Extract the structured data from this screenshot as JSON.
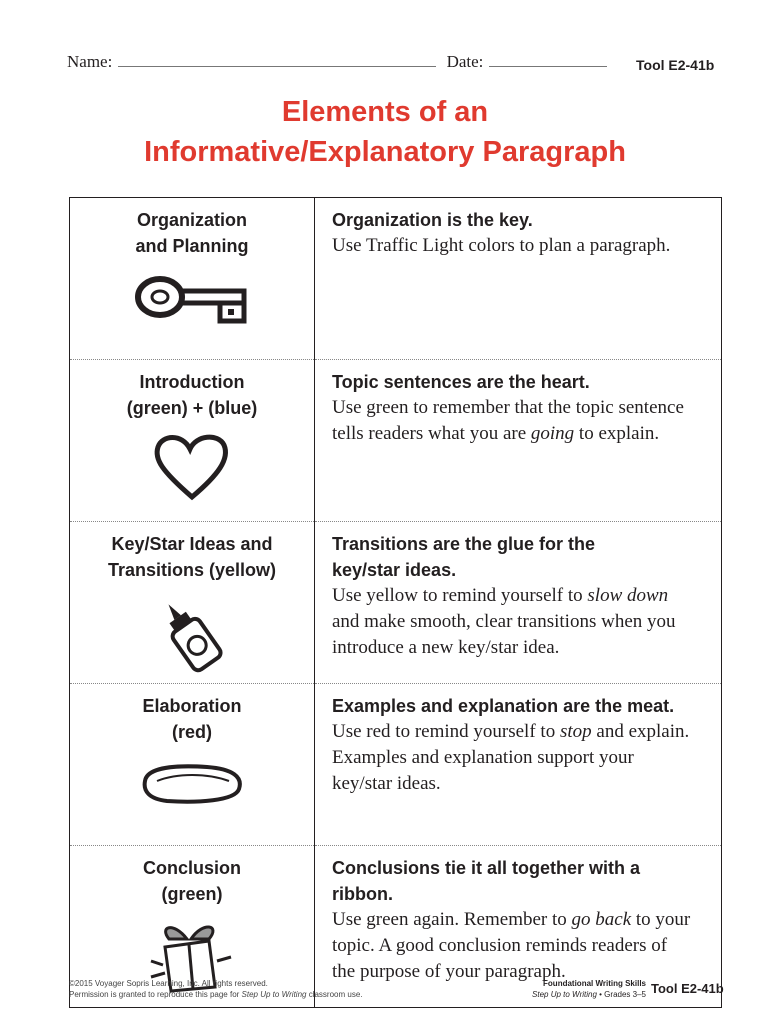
{
  "header": {
    "name_label": "Name:",
    "date_label": "Date:",
    "tool_id": "Tool E2-41b"
  },
  "title": {
    "line1": "Elements of an",
    "line2": "Informative/Explanatory Paragraph"
  },
  "rows": [
    {
      "label1": "Organization",
      "label2": "and Planning",
      "icon": "key-icon",
      "heading": "Organization is the key.",
      "body": [
        "Use Traffic Light colors to plan a paragraph."
      ]
    },
    {
      "label1": "Introduction",
      "label2": "(green) + (blue)",
      "icon": "heart-icon",
      "heading": "Topic sentences are the heart.",
      "body": [
        "Use green to remember that the topic sentence",
        "tells readers what you are ",
        "going",
        " to explain."
      ]
    },
    {
      "label1": "Key/Star Ideas and",
      "label2": "Transitions (yellow)",
      "icon": "glue-icon",
      "heading1": "Transitions are the glue for the",
      "heading2": "key/star ideas.",
      "body": [
        "Use yellow to remind yourself to ",
        "slow down",
        "and make smooth, clear transitions when you",
        "introduce a new key/star idea."
      ]
    },
    {
      "label1": "Elaboration",
      "label2": "(red)",
      "icon": "meat-icon",
      "heading": "Examples and explanation are the meat.",
      "body": [
        "Use red to remind yourself to ",
        "stop",
        " and explain.",
        "Examples and explanation support your",
        "key/star ideas."
      ]
    },
    {
      "label1": "Conclusion",
      "label2": "(green)",
      "icon": "gift-ribbon-icon",
      "heading1": "Conclusions tie it all together with a",
      "heading2": "ribbon.",
      "body": [
        "Use green again. Remember to ",
        "go back",
        " to your",
        "topic. A good conclusion reminds readers of",
        "the purpose of your paragraph."
      ]
    }
  ],
  "footer": {
    "copyright": "©2015 Voyager Sopris Learning, Inc. All rights reserved.",
    "permission_pre": "Permission is granted to reproduce this page for ",
    "permission_em": "Step Up to Writing",
    "permission_post": " classroom use.",
    "series": "Foundational Writing Skills",
    "product": "Step Up to Writing",
    "grades": " • Grades 3–5",
    "tool_id": "Tool E2-41b"
  }
}
